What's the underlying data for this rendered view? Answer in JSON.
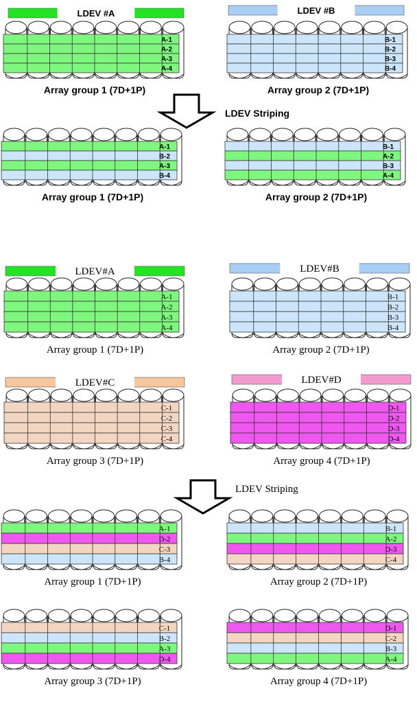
{
  "colors": {
    "green": "#7ff77f",
    "blue": "#cce5fb",
    "peach": "#f3d6c1",
    "magenta": "#ef58ef",
    "bar_green": "#24e224",
    "bar_blue": "#a9d0f4",
    "bar_peach": "#f6c69f",
    "bar_pink": "#f39bd0"
  },
  "part1": {
    "ldev_a_label": "LDEV #A",
    "ldev_b_label": "LDEV #B",
    "step_label": "LDEV Striping",
    "before": [
      {
        "caption": "Array group 1 (7D+1P)",
        "stripes": [
          {
            "label": "A-1",
            "color": "green"
          },
          {
            "label": "A-2",
            "color": "green"
          },
          {
            "label": "A-3",
            "color": "green"
          },
          {
            "label": "A-4",
            "color": "green"
          }
        ]
      },
      {
        "caption": "Array group 2 (7D+1P)",
        "stripes": [
          {
            "label": "B-1",
            "color": "blue"
          },
          {
            "label": "B-2",
            "color": "blue"
          },
          {
            "label": "B-3",
            "color": "blue"
          },
          {
            "label": "B-4",
            "color": "blue"
          }
        ]
      }
    ],
    "after": [
      {
        "caption": "Array group 1 (7D+1P)",
        "stripes": [
          {
            "label": "A-1",
            "color": "green"
          },
          {
            "label": "B-2",
            "color": "blue"
          },
          {
            "label": "A-3",
            "color": "green"
          },
          {
            "label": "B-4",
            "color": "blue"
          }
        ]
      },
      {
        "caption": "Array group 2 (7D+1P)",
        "stripes": [
          {
            "label": "B-1",
            "color": "blue"
          },
          {
            "label": "A-2",
            "color": "green"
          },
          {
            "label": "B-3",
            "color": "blue"
          },
          {
            "label": "A-4",
            "color": "green"
          }
        ]
      }
    ]
  },
  "part2": {
    "ldev_a_label": "LDEV#A",
    "ldev_b_label": "LDEV#B",
    "ldev_c_label": "LDEV#C",
    "ldev_d_label": "LDEV#D",
    "step_label": "LDEV Striping",
    "before": [
      {
        "caption": "Array group 1 (7D+1P)",
        "stripes": [
          {
            "label": "A-1",
            "color": "green"
          },
          {
            "label": "A-2",
            "color": "green"
          },
          {
            "label": "A-3",
            "color": "green"
          },
          {
            "label": "A-4",
            "color": "green"
          }
        ]
      },
      {
        "caption": "Array group 2 (7D+1P)",
        "stripes": [
          {
            "label": "B-1",
            "color": "blue"
          },
          {
            "label": "B-2",
            "color": "blue"
          },
          {
            "label": "B-3",
            "color": "blue"
          },
          {
            "label": "B-4",
            "color": "blue"
          }
        ]
      },
      {
        "caption": "Array group 3 (7D+1P)",
        "stripes": [
          {
            "label": "C-1",
            "color": "peach"
          },
          {
            "label": "C-2",
            "color": "peach"
          },
          {
            "label": "C-3",
            "color": "peach"
          },
          {
            "label": "C-4",
            "color": "peach"
          }
        ]
      },
      {
        "caption": "Array group 4 (7D+1P)",
        "stripes": [
          {
            "label": "D-1",
            "color": "magenta"
          },
          {
            "label": "D-2",
            "color": "magenta"
          },
          {
            "label": "D-3",
            "color": "magenta"
          },
          {
            "label": "D-4",
            "color": "magenta"
          }
        ]
      }
    ],
    "after": [
      {
        "caption": "Array group 1 (7D+1P)",
        "stripes": [
          {
            "label": "A-1",
            "color": "green"
          },
          {
            "label": "D-2",
            "color": "magenta"
          },
          {
            "label": "C-3",
            "color": "peach"
          },
          {
            "label": "B-4",
            "color": "blue"
          }
        ]
      },
      {
        "caption": "Array group 2 (7D+1P)",
        "stripes": [
          {
            "label": "B-1",
            "color": "blue"
          },
          {
            "label": "A-2",
            "color": "green"
          },
          {
            "label": "D-3",
            "color": "magenta"
          },
          {
            "label": "C-4",
            "color": "peach"
          }
        ]
      },
      {
        "caption": "Array group 3 (7D+1P)",
        "stripes": [
          {
            "label": "C-1",
            "color": "peach"
          },
          {
            "label": "B-2",
            "color": "blue"
          },
          {
            "label": "A-3",
            "color": "green"
          },
          {
            "label": "D-4",
            "color": "magenta"
          }
        ]
      },
      {
        "caption": "Array group 4 (7D+1P)",
        "stripes": [
          {
            "label": "D-1",
            "color": "magenta"
          },
          {
            "label": "C-2",
            "color": "peach"
          },
          {
            "label": "B-3",
            "color": "blue"
          },
          {
            "label": "A-4",
            "color": "green"
          }
        ]
      }
    ]
  }
}
